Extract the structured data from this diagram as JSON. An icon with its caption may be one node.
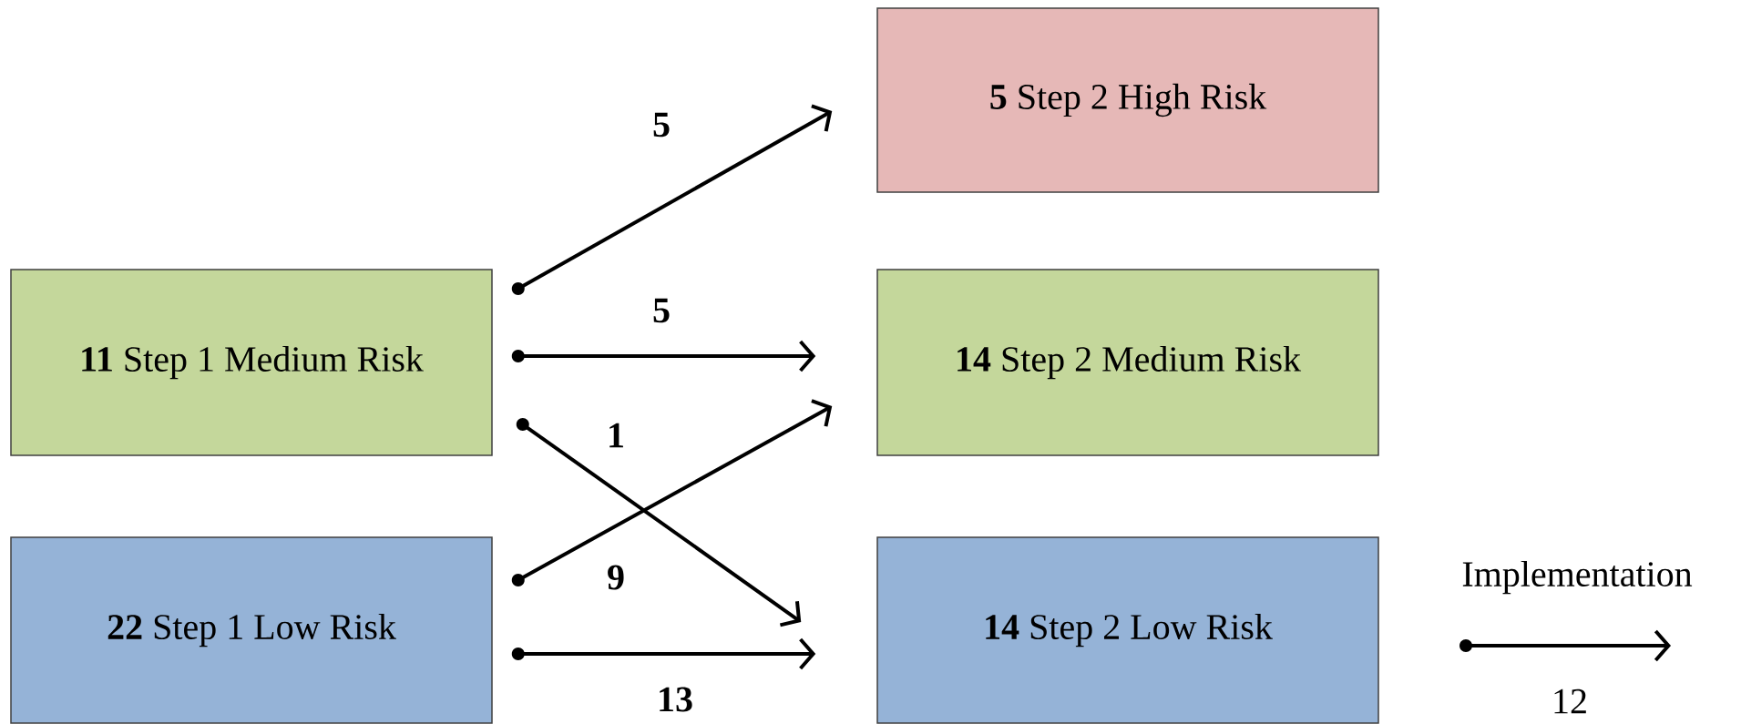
{
  "diagram": {
    "nodes": [
      {
        "text": [
          "**5** Step 2 High Risk"
        ]
      },
      {
        "text": [
          "**11** Step 1 Medium Risk"
        ]
      },
      {
        "text": [
          "**14** Step 2 Medium Risk"
        ]
      },
      {
        "text": [
          "**22** Step 1 Low Risk"
        ]
      },
      {
        "text": [
          "**14** Step 2 Low Risk"
        ]
      }
    ],
    "edges": [
      {
        "from": 1,
        "to": 0,
        "arrow": "to",
        "label": "5"
      },
      {
        "from": 1,
        "to": 2,
        "arrow": "to",
        "label": "5"
      },
      {
        "from": 1,
        "to": 4,
        "arrow": "to",
        "label": "1"
      },
      {
        "from": 3,
        "to": 2,
        "arrow": "to",
        "label": "9"
      },
      {
        "from": 3,
        "to": 4,
        "arrow": "to",
        "label": "13"
      }
    ],
    "labels": [
      "Implementation",
      "12"
    ]
  }
}
